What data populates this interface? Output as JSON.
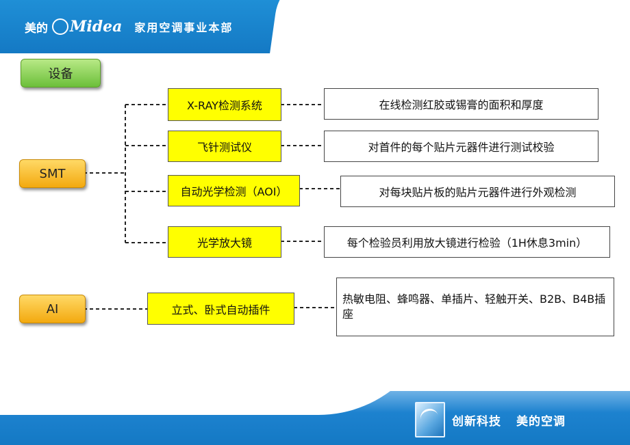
{
  "header": {
    "brand_cn": "美的",
    "brand_logo": "Midea",
    "division": "家用空调事业本部",
    "background_color": "#1479c4"
  },
  "diagram": {
    "root_label": "设备",
    "categories": [
      {
        "label": "SMT",
        "items": [
          {
            "equipment": "X-RAY检测系统",
            "description": "在线检测红胶或锡膏的面积和厚度"
          },
          {
            "equipment": "飞针测试仪",
            "description": "对首件的每个贴片元器件进行测试校验"
          },
          {
            "equipment": "自动光学检测（AOI）",
            "description": "对每块贴片板的贴片元器件进行外观检测"
          },
          {
            "equipment": "光学放大镜",
            "description": "每个检验员利用放大镜进行检验（1H休息3min）"
          }
        ]
      },
      {
        "label": "AI",
        "items": [
          {
            "equipment": "立式、卧式自动插件",
            "description": "热敏电阻、蜂鸣器、单插片、轻触开关、B2B、B4B插座"
          }
        ]
      }
    ],
    "colors": {
      "root_fill": "#6cbf3a",
      "category_fill": "#f3a90f",
      "equipment_fill": "#ffff00",
      "description_fill": "#ffffff"
    }
  },
  "footer": {
    "slogan_1": "创新科技",
    "slogan_2": "美的空调",
    "logo_icon": "creator-logo-icon"
  }
}
